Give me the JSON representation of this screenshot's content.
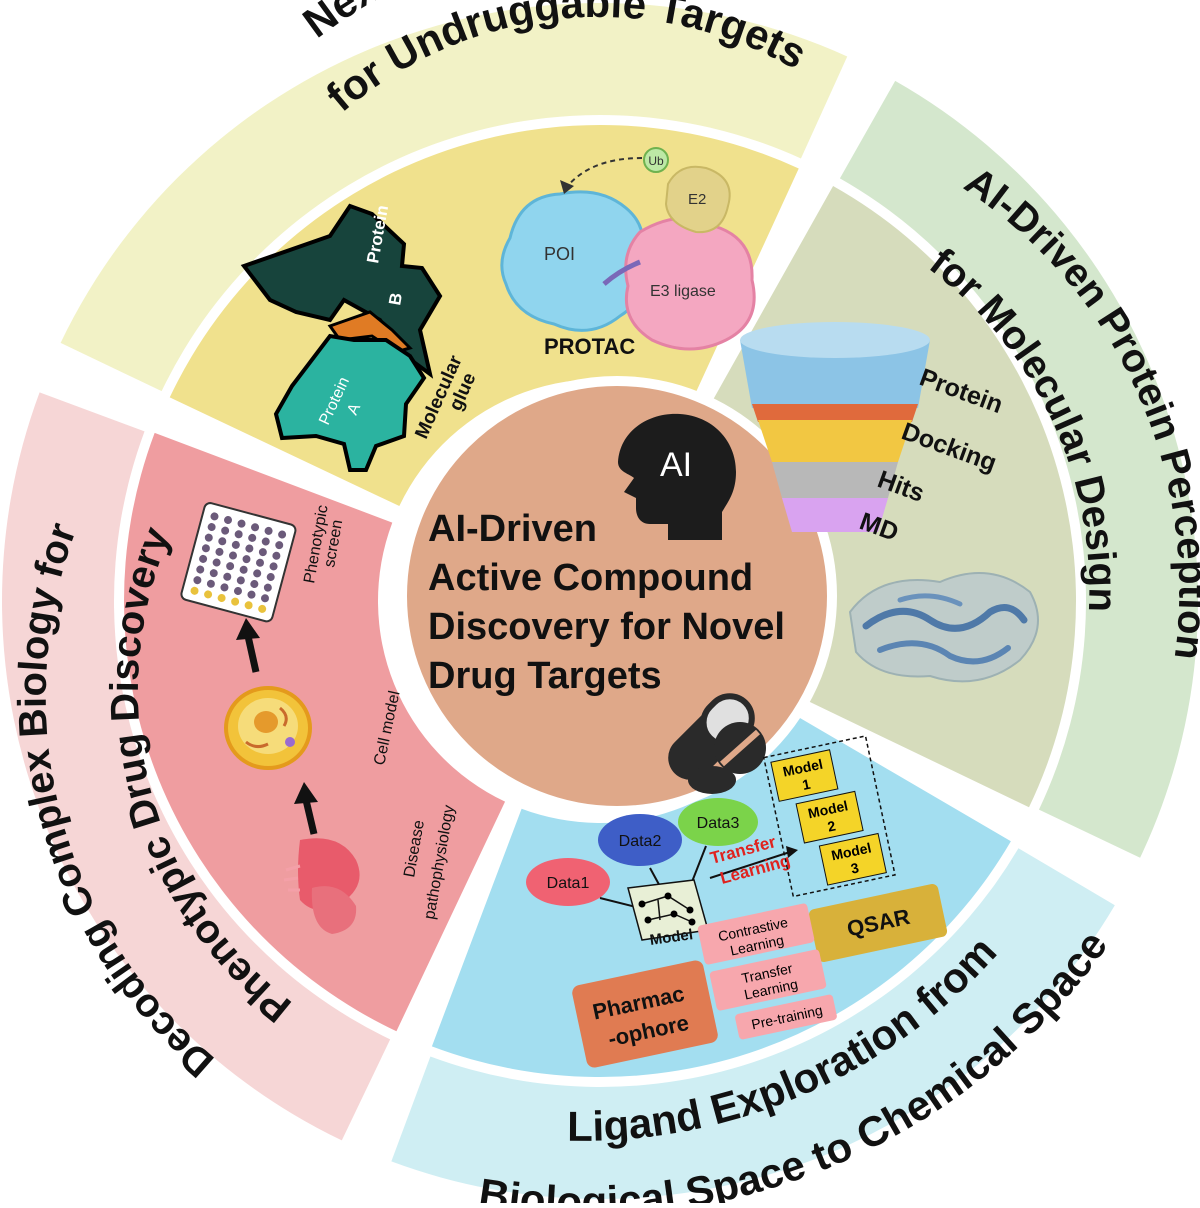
{
  "center": {
    "title_lines": [
      "AI-Driven",
      "Active Compound",
      "Discovery for Novel",
      "Drug Targets"
    ],
    "ai_badge": "AI",
    "icons": [
      "head-icon",
      "pill-capsule-icon",
      "tablet-icon"
    ]
  },
  "sections": {
    "top": {
      "title_lines": [
        "Next-Generation Therapies",
        "for Undruggable Targets"
      ],
      "labels": {
        "protein_a": [
          "Protein",
          "A"
        ],
        "protein_b": [
          "Protein",
          "B"
        ],
        "molecular_glue": [
          "Molecular",
          "glue"
        ],
        "poi": "POI",
        "e3": "E3 ligase",
        "e2": "E2",
        "ub": "Ub",
        "protac": "PROTAC"
      }
    },
    "right": {
      "title_lines": [
        "AI-Driven Protein Perception",
        "for Molecular Design"
      ],
      "funnel_labels": [
        "Protein",
        "Docking",
        "Hits",
        "MD"
      ]
    },
    "bottom": {
      "title_lines": [
        "Ligand Exploration from",
        "Biological Space to Chemical Space"
      ],
      "data_labels": [
        "Data1",
        "Data2",
        "Data3"
      ],
      "model_label": "Model",
      "transfer_lines": [
        "Transfer",
        "Learning"
      ],
      "models": [
        [
          "Model",
          "1"
        ],
        [
          "Model",
          "2"
        ],
        [
          "Model",
          "3"
        ]
      ],
      "qsar": "QSAR",
      "pharmacophore_lines": [
        "Pharmac",
        "-ophore"
      ],
      "methods": [
        [
          "Contrastive",
          "Learning"
        ],
        [
          "Transfer",
          "Learning"
        ],
        [
          "Pre-training"
        ]
      ]
    },
    "left": {
      "title_lines": [
        "Decoding Complex Biology for",
        "Phenotypic Drug Discovery"
      ],
      "steps": {
        "screen": [
          "Phenotypic",
          "screen"
        ],
        "cell": "Cell model",
        "disease": [
          "Disease",
          "pathophysiology"
        ]
      }
    }
  },
  "colors": {
    "top_outer": "#f2f2c6",
    "top_inner": "#f0e18d",
    "right_outer": "#d4e7cd",
    "right_inner": "#d6dcbc",
    "bottom_outer": "#cfeef3",
    "bottom_inner": "#a3def0",
    "left_outer": "#f6d6d6",
    "left_inner": "#ef9da0",
    "center": "#dfa889"
  }
}
